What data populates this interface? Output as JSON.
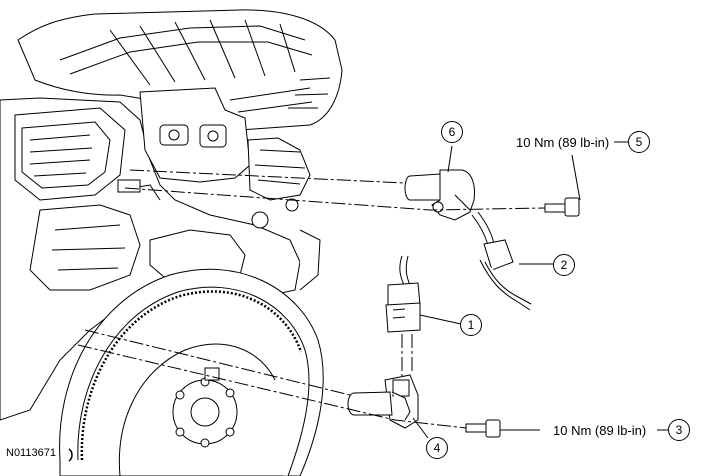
{
  "figure": {
    "id": "N0113671"
  },
  "callouts": [
    {
      "number": "1"
    },
    {
      "number": "2"
    },
    {
      "number": "3"
    },
    {
      "number": "4"
    },
    {
      "number": "5"
    },
    {
      "number": "6"
    }
  ],
  "torque_specs": [
    {
      "text": "10 Nm (89 lb-in)",
      "callout": "5"
    },
    {
      "text": "10 Nm (89 lb-in)",
      "callout": "3"
    }
  ],
  "components": {
    "1": "electrical-connector-crankshaft-sensor",
    "2": "electrical-connector-camshaft-sensor",
    "3": "crankshaft-sensor-bolt",
    "4": "crankshaft-position-sensor",
    "5": "camshaft-sensor-bolt",
    "6": "camshaft-position-sensor"
  }
}
